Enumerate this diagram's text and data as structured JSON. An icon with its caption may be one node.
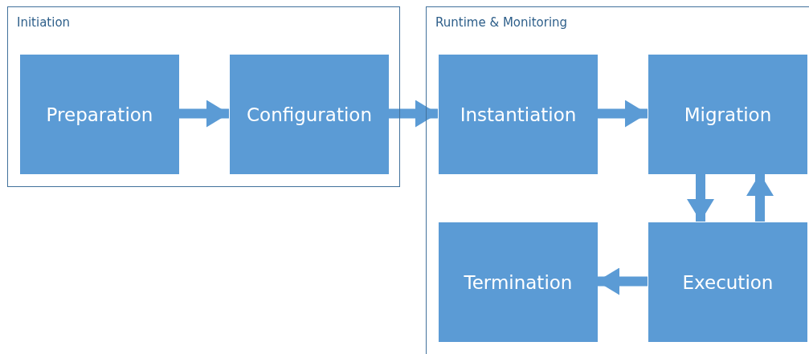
{
  "diagram": {
    "nodes": [
      {
        "text": [
          "Initiation"
        ]
      },
      {
        "text": [
          "Preparation"
        ],
        "in": 0
      },
      {
        "text": [
          "Configuration"
        ],
        "in": 0
      },
      {
        "text": [
          "Runtime & Monitoring"
        ]
      },
      {
        "text": [
          "Instantiation"
        ],
        "in": 3
      },
      {
        "text": [
          "Migration"
        ],
        "in": 3
      },
      {
        "text": [
          "Termination"
        ],
        "in": 3
      },
      {
        "text": [
          "Execution"
        ],
        "in": 3
      }
    ],
    "edges": [
      {
        "from": 1,
        "to": 2,
        "arrow": "to"
      },
      {
        "from": 2,
        "to": 4,
        "arrow": "to"
      },
      {
        "from": 4,
        "to": 5,
        "arrow": "to"
      },
      {
        "from": 5,
        "to": 7,
        "arrow": "to"
      },
      {
        "from": 7,
        "to": 5,
        "arrow": "to"
      },
      {
        "from": 7,
        "to": 6,
        "arrow": "to"
      }
    ]
  }
}
